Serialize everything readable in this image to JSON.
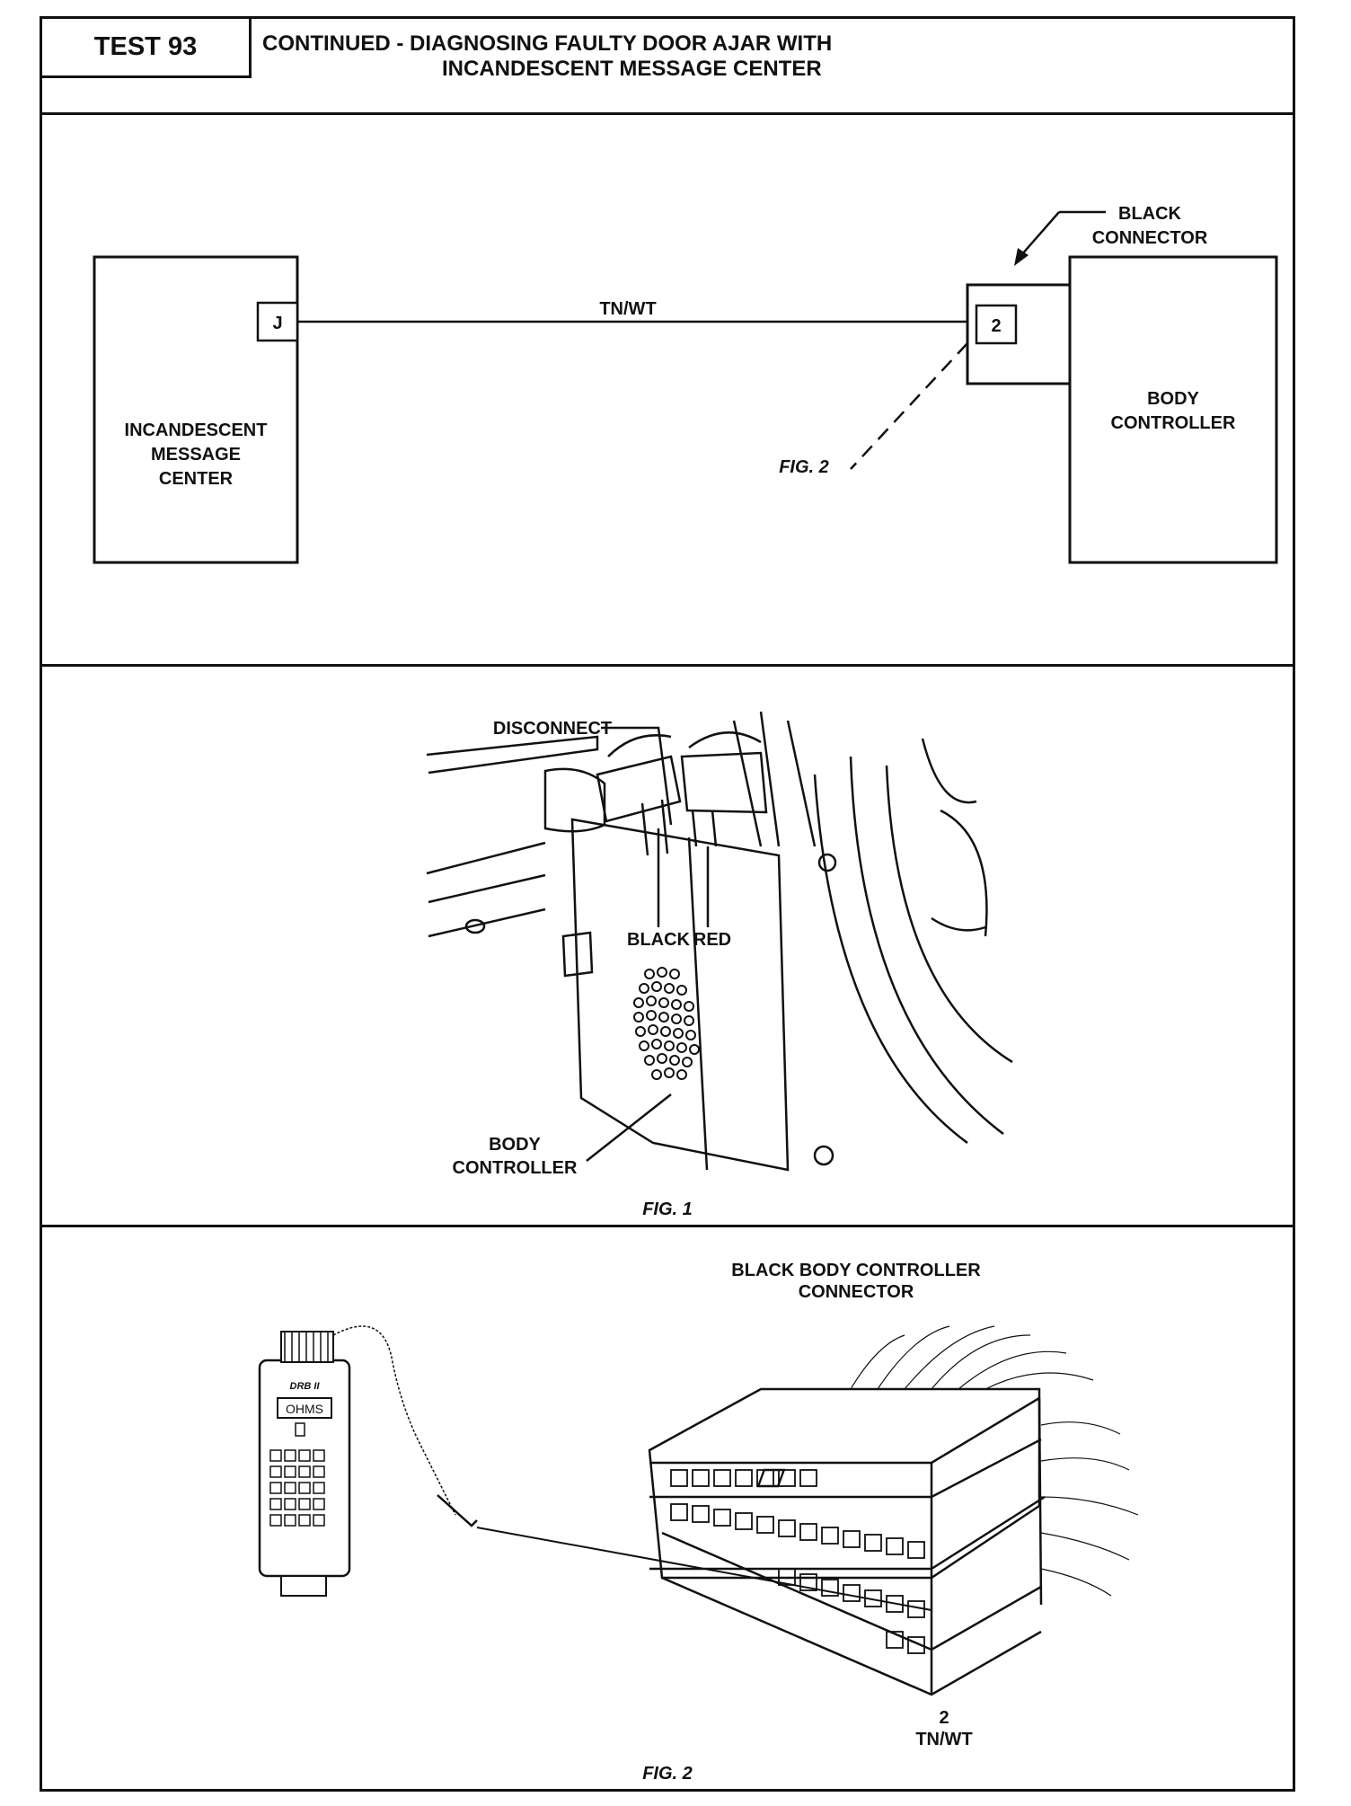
{
  "header": {
    "test_label": "TEST 93",
    "title_line1": "CONTINUED - DIAGNOSING FAULTY DOOR AJAR WITH",
    "title_line2": "INCANDESCENT MESSAGE CENTER"
  },
  "schematic": {
    "left_module": [
      "INCANDESCENT",
      "MESSAGE",
      "CENTER"
    ],
    "left_pin": "J",
    "wire_label": "TN/WT",
    "right_pin": "2",
    "right_module": [
      "BODY",
      "CONTROLLER"
    ],
    "connector_callout": [
      "BLACK",
      "CONNECTOR"
    ],
    "fig_ref": "FIG. 2"
  },
  "fig1": {
    "disconnect_label": "DISCONNECT",
    "black_label": "BLACK",
    "red_label": "RED",
    "body_controller_label": [
      "BODY",
      "CONTROLLER"
    ],
    "caption": "FIG. 1"
  },
  "fig2": {
    "title": [
      "BLACK BODY CONTROLLER",
      "CONNECTOR"
    ],
    "meter_brand": "DRB II",
    "meter_display": "OHMS",
    "pin_number": "2",
    "pin_wire": "TN/WT",
    "caption": "FIG. 2"
  },
  "colors": {
    "ink": "#111111",
    "paper": "#ffffff"
  }
}
